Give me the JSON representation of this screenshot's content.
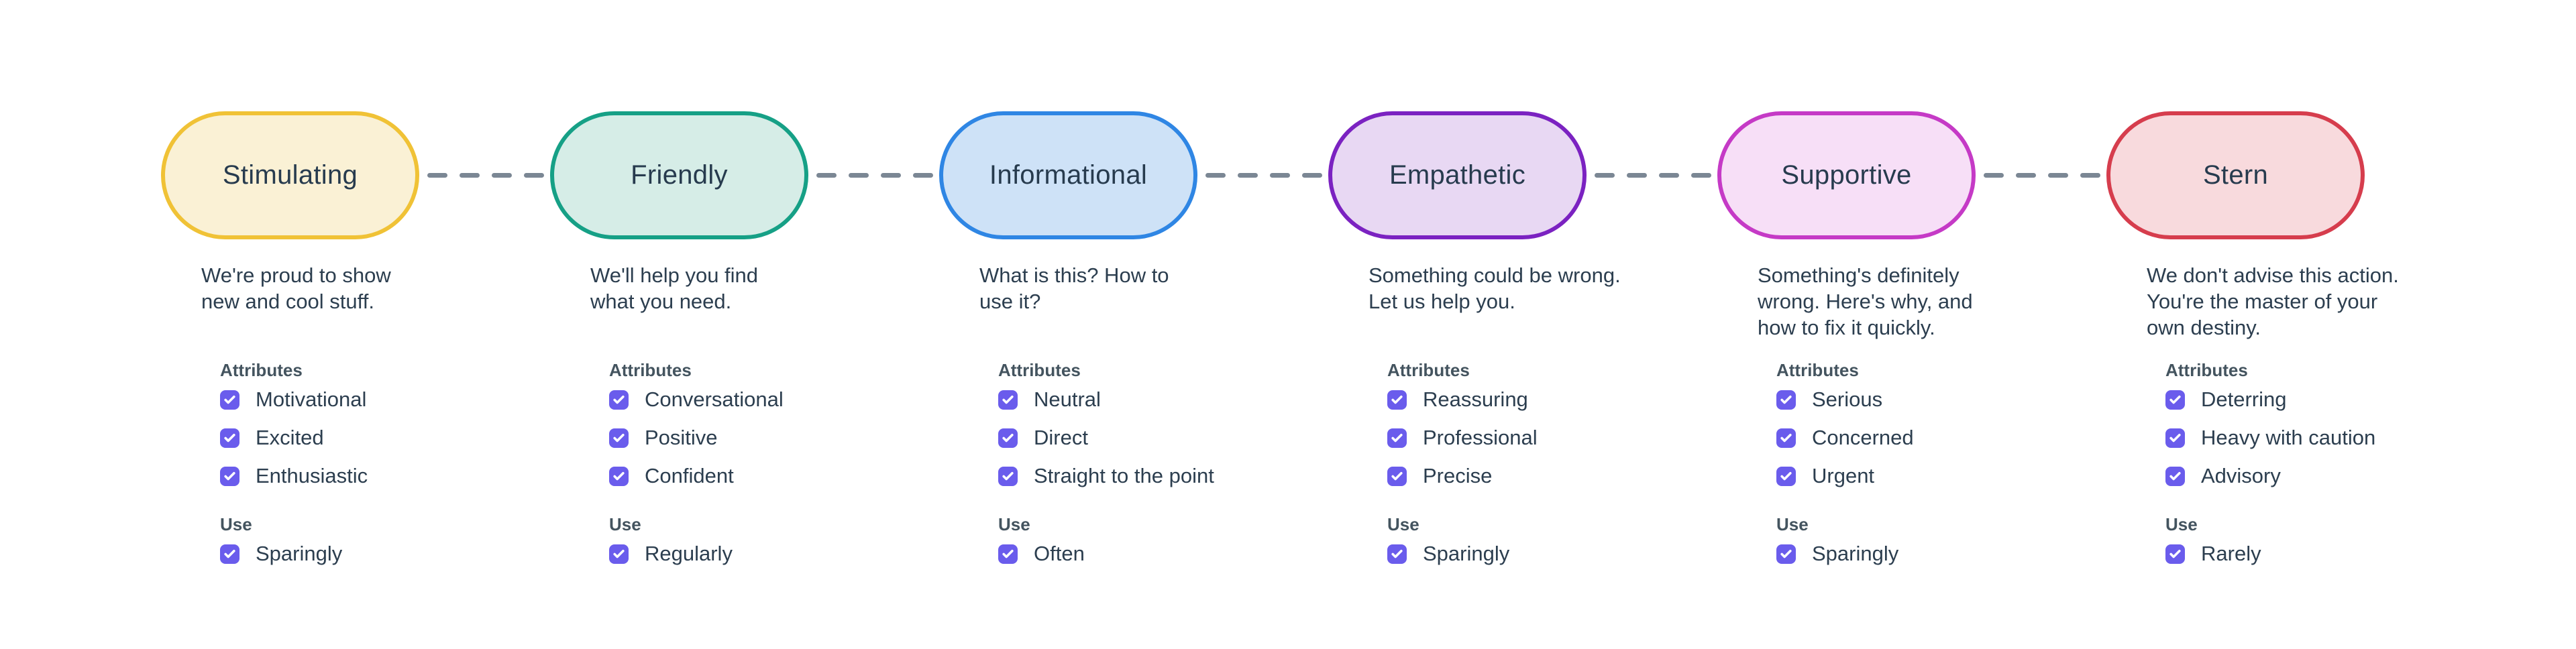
{
  "page": {
    "background": "#ffffff",
    "text_color": "#2C3E4F",
    "heading_color": "#44545F"
  },
  "labels": {
    "attributes": "Attributes",
    "use": "Use"
  },
  "connector": {
    "color": "#7B8794",
    "dash_count": 4,
    "style": "dashed"
  },
  "checkbox_style": {
    "color": "#6A5CEC",
    "check_color": "#ffffff",
    "checked": true
  },
  "nodes": [
    {
      "title": "Stimulating",
      "description": "We're proud to show\nnew and cool stuff.",
      "fill": "#FAF1D5",
      "border": "#F0C236",
      "attributes": [
        "Motivational",
        "Excited",
        "Enthusiastic"
      ],
      "use": "Sparingly"
    },
    {
      "title": "Friendly",
      "description": "We'll help you find\nwhat you need.",
      "fill": "#D6EDE7",
      "border": "#16A086",
      "attributes": [
        "Conversational",
        "Positive",
        "Confident"
      ],
      "use": "Regularly"
    },
    {
      "title": "Informational",
      "description": "What is this? How to\nuse it?",
      "fill": "#CEE2F7",
      "border": "#2F86E4",
      "attributes": [
        "Neutral",
        "Direct",
        "Straight to the point"
      ],
      "use": "Often"
    },
    {
      "title": "Empathetic",
      "description": "Something could be wrong.\nLet us help you.",
      "fill": "#E8D8F3",
      "border": "#7B22C1",
      "attributes": [
        "Reassuring",
        "Professional",
        "Precise"
      ],
      "use": "Sparingly"
    },
    {
      "title": "Supportive",
      "description": "Something's definitely\nwrong. Here's why, and\nhow to fix it quickly.",
      "fill": "#F7DFF7",
      "border": "#C53AC6",
      "attributes": [
        "Serious",
        "Concerned",
        "Urgent"
      ],
      "use": "Sparingly"
    },
    {
      "title": "Stern",
      "description": "We don't advise this action.\nYou're the master of your\nown destiny.",
      "fill": "#F8DADD",
      "border": "#D63D4D",
      "attributes": [
        "Deterring",
        "Heavy with caution",
        "Advisory"
      ],
      "use": "Rarely"
    }
  ]
}
